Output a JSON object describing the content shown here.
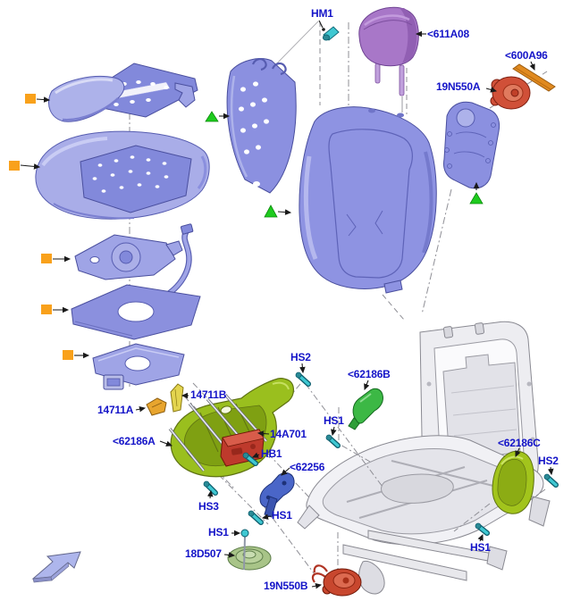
{
  "diagram": {
    "type": "exploded-parts-diagram",
    "subject": "Front seat assembly exploded view",
    "labels": {
      "hm1": "HM1",
      "p611a08": "<611A08",
      "p600a96": "<600A96",
      "p19n550a": "19N550A",
      "hs2_top": "HS2",
      "p62186b": "<62186B",
      "hs1_mid": "HS1",
      "p62186c": "<62186C",
      "hs2_right": "HS2",
      "p14711b": "14711B",
      "p14711a": "14711A",
      "p62186a": "<62186A",
      "p14a701": "14A701",
      "hb1": "HB1",
      "p62256": "<62256",
      "hs3": "HS3",
      "hs1_bottom1": "HS1",
      "hs1_bottom2": "HS1",
      "p18d507": "18D507",
      "p19n550b": "19N550B",
      "hs1_bottom_right": "HS1"
    },
    "markers": {
      "orange_square": {
        "shape": "square",
        "color": "#F9A11B",
        "count": 5
      },
      "green_triangle": {
        "shape": "triangle",
        "color": "#1ECB1E",
        "count": 3
      }
    },
    "direction_arrow": {
      "name": "front-direction-arrow",
      "points": "down-left"
    },
    "colors": {
      "callout_text": "#1414C8",
      "fastener_teal": "#3FC8D2",
      "foam_periwinkle": "#9FA4E6",
      "headrest_purple": "#A877C8",
      "trim_green": "#9ABF1E",
      "motor_red": "#C8472E",
      "bracket_blue": "#4A66C8",
      "frame_gray": "#EDEDF1"
    }
  }
}
